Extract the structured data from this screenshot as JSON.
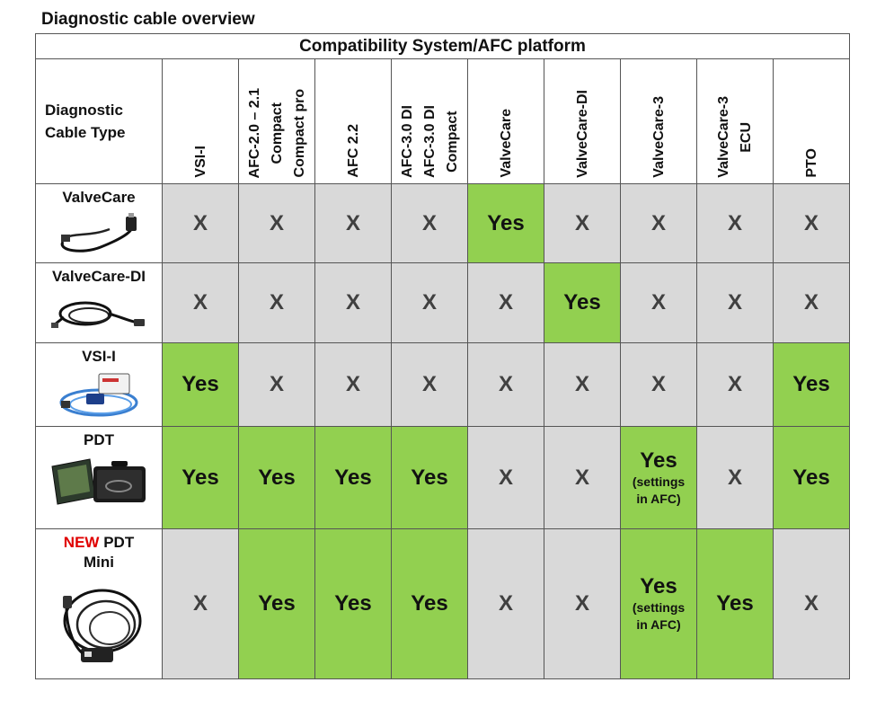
{
  "document": {
    "title": "Diagnostic cable overview",
    "group_header": "Compatibility System/AFC platform",
    "corner_header": [
      "Diagnostic",
      "Cable Type"
    ]
  },
  "columns": [
    {
      "lines": [
        "VSI-I"
      ]
    },
    {
      "lines": [
        "AFC-2.0 – 2.1",
        "Compact",
        "Compact pro"
      ]
    },
    {
      "lines": [
        "AFC 2.2"
      ]
    },
    {
      "lines": [
        "AFC-3.0 DI",
        "AFC-3.0 DI",
        "Compact"
      ]
    },
    {
      "lines": [
        "ValveCare"
      ]
    },
    {
      "lines": [
        "ValveCare-DI"
      ]
    },
    {
      "lines": [
        "ValveCare-3"
      ]
    },
    {
      "lines": [
        "ValveCare-3",
        "ECU"
      ]
    },
    {
      "lines": [
        "PTO"
      ]
    }
  ],
  "rows": [
    {
      "new_badge": "",
      "name": "ValveCare",
      "name_line2": "",
      "image": "valvecare-cable-photo",
      "cells": [
        {
          "v": "X"
        },
        {
          "v": "X"
        },
        {
          "v": "X"
        },
        {
          "v": "X"
        },
        {
          "v": "Yes"
        },
        {
          "v": "X"
        },
        {
          "v": "X"
        },
        {
          "v": "X"
        },
        {
          "v": "X"
        }
      ]
    },
    {
      "new_badge": "",
      "name": "ValveCare-DI",
      "name_line2": "",
      "image": "valvecare-di-cable-photo",
      "cells": [
        {
          "v": "X"
        },
        {
          "v": "X"
        },
        {
          "v": "X"
        },
        {
          "v": "X"
        },
        {
          "v": "X"
        },
        {
          "v": "Yes"
        },
        {
          "v": "X"
        },
        {
          "v": "X"
        },
        {
          "v": "X"
        }
      ]
    },
    {
      "new_badge": "",
      "name": "VSI-I",
      "name_line2": "",
      "image": "vsi-i-interface-photo",
      "cells": [
        {
          "v": "Yes"
        },
        {
          "v": "X"
        },
        {
          "v": "X"
        },
        {
          "v": "X"
        },
        {
          "v": "X"
        },
        {
          "v": "X"
        },
        {
          "v": "X"
        },
        {
          "v": "X"
        },
        {
          "v": "Yes"
        }
      ]
    },
    {
      "new_badge": "",
      "name": "PDT",
      "name_line2": "",
      "image": "pdt-case-photo",
      "cells": [
        {
          "v": "Yes"
        },
        {
          "v": "Yes"
        },
        {
          "v": "Yes"
        },
        {
          "v": "Yes"
        },
        {
          "v": "X"
        },
        {
          "v": "X"
        },
        {
          "v": "Yes",
          "note": [
            "(settings",
            "in AFC)"
          ]
        },
        {
          "v": "X"
        },
        {
          "v": "Yes"
        }
      ]
    },
    {
      "new_badge": "NEW",
      "name": "PDT",
      "name_line2": "Mini",
      "image": "pdt-mini-cable-photo",
      "cells": [
        {
          "v": "X"
        },
        {
          "v": "Yes"
        },
        {
          "v": "Yes"
        },
        {
          "v": "Yes"
        },
        {
          "v": "X"
        },
        {
          "v": "X"
        },
        {
          "v": "Yes",
          "note": [
            "(settings",
            "in AFC)"
          ]
        },
        {
          "v": "Yes"
        },
        {
          "v": "X"
        }
      ]
    }
  ],
  "colors": {
    "yes_fill": "#92d050",
    "no_fill": "#d9d9d9",
    "new_text": "#e00000"
  }
}
